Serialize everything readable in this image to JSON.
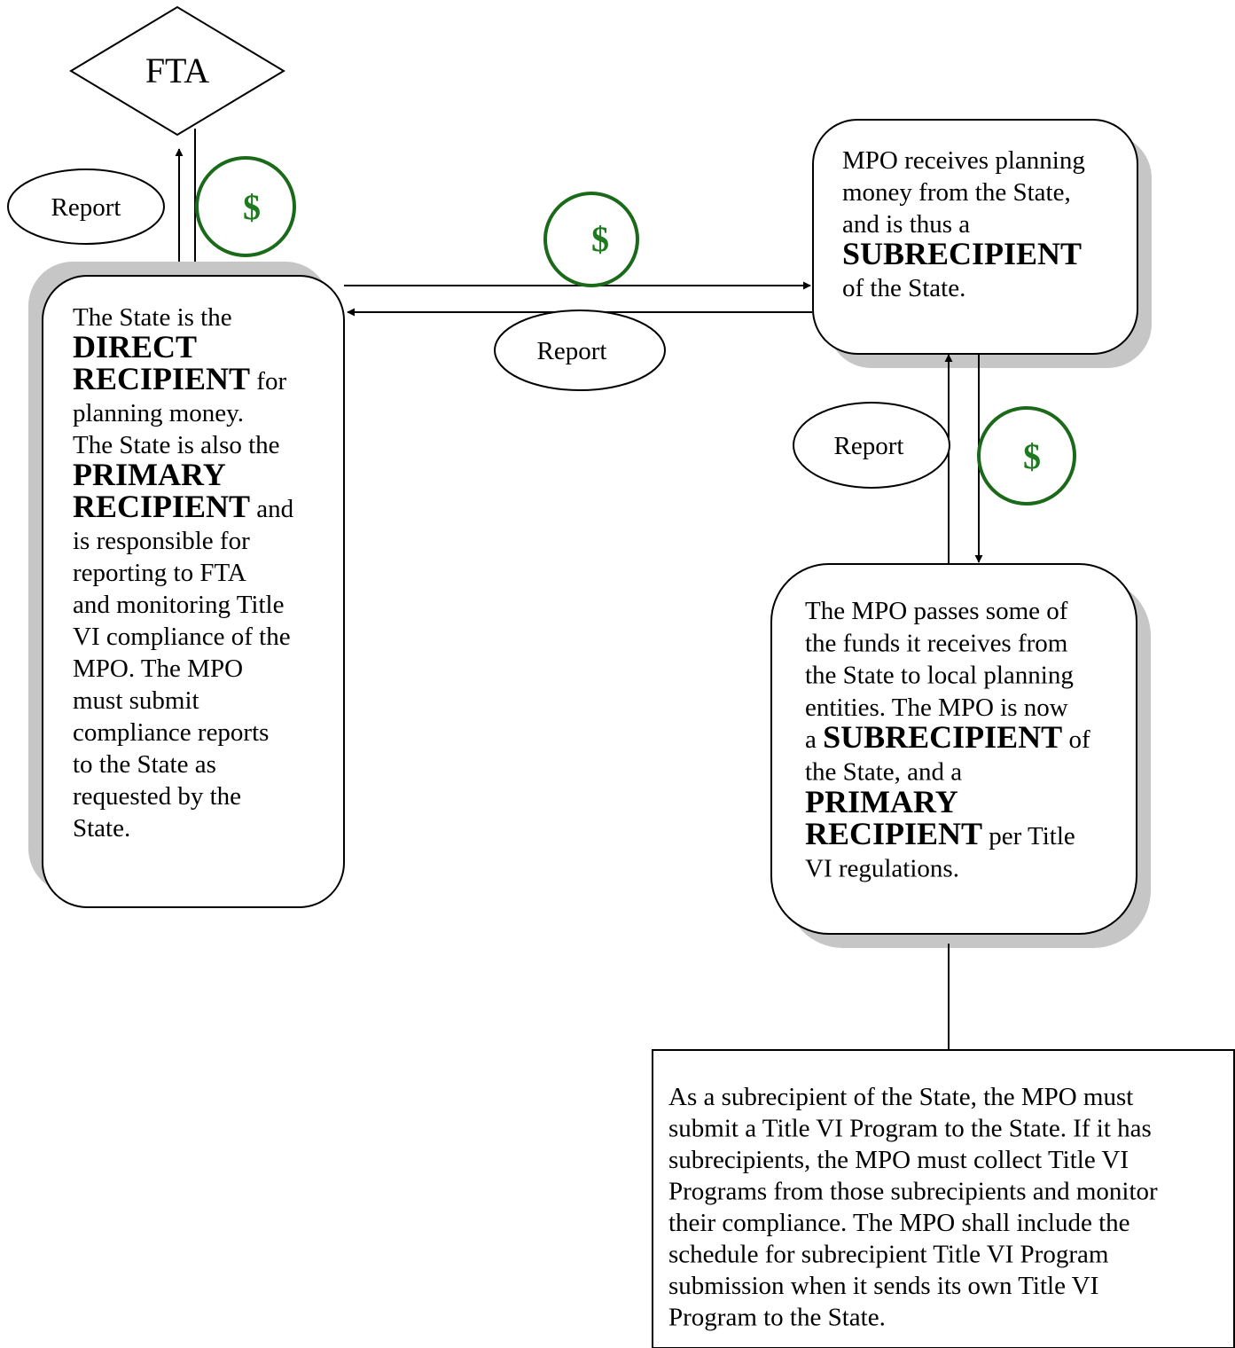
{
  "fta": {
    "label": "FTA"
  },
  "labels": {
    "report": "Report",
    "dollar": "$"
  },
  "state_box": {
    "lines": [
      [
        {
          "t": "The State is the",
          "b": false
        }
      ],
      [
        {
          "t": "DIRECT",
          "b": true
        }
      ],
      [
        {
          "t": "RECIPIENT",
          "b": true
        },
        {
          "t": " for",
          "b": false
        }
      ],
      [
        {
          "t": "planning money.",
          "b": false
        }
      ],
      [
        {
          "t": "The State is also the",
          "b": false
        }
      ],
      [
        {
          "t": "PRIMARY",
          "b": true
        }
      ],
      [
        {
          "t": "RECIPIENT",
          "b": true
        },
        {
          "t": " and",
          "b": false
        }
      ],
      [
        {
          "t": "is responsible for",
          "b": false
        }
      ],
      [
        {
          "t": "reporting to FTA",
          "b": false
        }
      ],
      [
        {
          "t": "and monitoring Title",
          "b": false
        }
      ],
      [
        {
          "t": "VI compliance of the",
          "b": false
        }
      ],
      [
        {
          "t": "MPO. The MPO",
          "b": false
        }
      ],
      [
        {
          "t": "must submit",
          "b": false
        }
      ],
      [
        {
          "t": "compliance reports",
          "b": false
        }
      ],
      [
        {
          "t": "to the State as",
          "b": false
        }
      ],
      [
        {
          "t": "requested by the",
          "b": false
        }
      ],
      [
        {
          "t": "State.",
          "b": false
        }
      ]
    ]
  },
  "mpo_box": {
    "lines": [
      [
        {
          "t": "MPO receives planning",
          "b": false
        }
      ],
      [
        {
          "t": "money from the State,",
          "b": false
        }
      ],
      [
        {
          "t": "and is thus a",
          "b": false
        }
      ],
      [
        {
          "t": "SUBRECIPIENT",
          "b": true
        }
      ],
      [
        {
          "t": "of the State.",
          "b": false
        }
      ]
    ]
  },
  "mpo_pass_box": {
    "lines": [
      [
        {
          "t": "The MPO passes some of",
          "b": false
        }
      ],
      [
        {
          "t": "the funds it receives from",
          "b": false
        }
      ],
      [
        {
          "t": "the State to local planning",
          "b": false
        }
      ],
      [
        {
          "t": "entities. The MPO is now",
          "b": false
        }
      ],
      [
        {
          "t": "a ",
          "b": false
        },
        {
          "t": "SUBRECIPIENT",
          "b": true
        },
        {
          "t": " of",
          "b": false
        }
      ],
      [
        {
          "t": "the State, and a",
          "b": false
        }
      ],
      [
        {
          "t": "PRIMARY",
          "b": true
        }
      ],
      [
        {
          "t": "RECIPIENT",
          "b": true
        },
        {
          "t": " per Title",
          "b": false
        }
      ],
      [
        {
          "t": "VI regulations.",
          "b": false
        }
      ]
    ]
  },
  "note_box": {
    "lines": [
      "As a subrecipient of the State, the MPO must",
      "submit a Title VI Program to the State. If it has",
      "subrecipients, the MPO must collect Title VI",
      "Programs from those subrecipients and monitor",
      "their compliance. The MPO shall include the",
      "schedule for subrecipient Title VI Program",
      "submission when it sends its own Title VI",
      "Program to the State."
    ]
  },
  "colors": {
    "dollar_green": "#1e7a1e",
    "shadow_gray": "#c6c6c6"
  }
}
